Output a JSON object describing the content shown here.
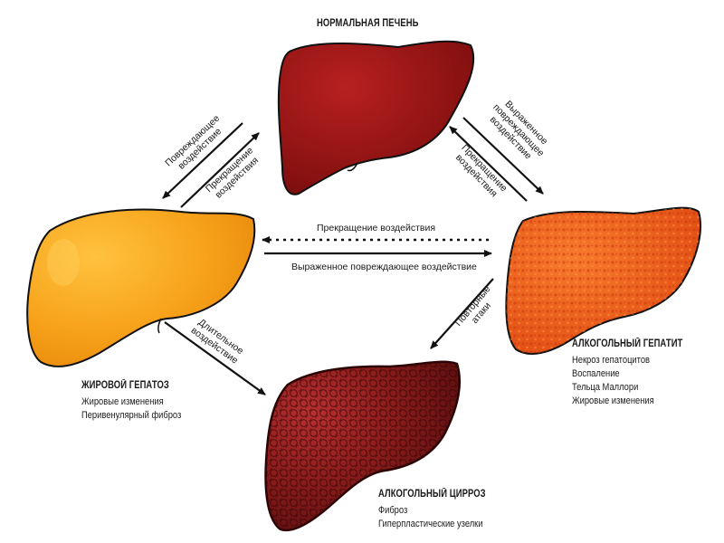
{
  "stages": {
    "normal": {
      "title": "НОРМАЛЬНАЯ ПЕЧЕНЬ",
      "color": "#9b1414",
      "details": []
    },
    "fatty": {
      "title": "ЖИРОВОЙ ГЕПАТОЗ",
      "color": "#f5a017",
      "details": [
        "Жировые изменения",
        "Перивенулярный фиброз"
      ]
    },
    "hepatitis": {
      "title": "АЛКОГОЛЬНЫЙ ГЕПАТИТ",
      "color": "#e8531a",
      "details": [
        "Некроз гепатоцитов",
        "Воспаление",
        "Тельца Маллори",
        "Жировые изменения"
      ]
    },
    "cirrhosis": {
      "title": "АЛКОГОЛЬНЫЙ ЦИРРОЗ",
      "color": "#7a1616",
      "details": [
        "Фиброз",
        "Гиперпластические узелки"
      ]
    }
  },
  "transitions": {
    "normal_to_fatty": [
      "Повреждающее",
      "воздействие"
    ],
    "fatty_to_normal": [
      "Прекращение",
      "воздействия"
    ],
    "normal_to_hepatitis": [
      "Выраженное",
      "повреждающее",
      "воздействие"
    ],
    "hepatitis_to_normal": [
      "Прекращение",
      "воздействия"
    ],
    "hepatitis_to_fatty": "Прекращение воздействия",
    "fatty_to_hepatitis": "Выраженное повреждающее воздействие",
    "fatty_to_cirrhosis": [
      "Длительное",
      "воздействие"
    ],
    "hepatitis_to_cirrhosis": [
      "Повторные",
      "атаки"
    ]
  }
}
